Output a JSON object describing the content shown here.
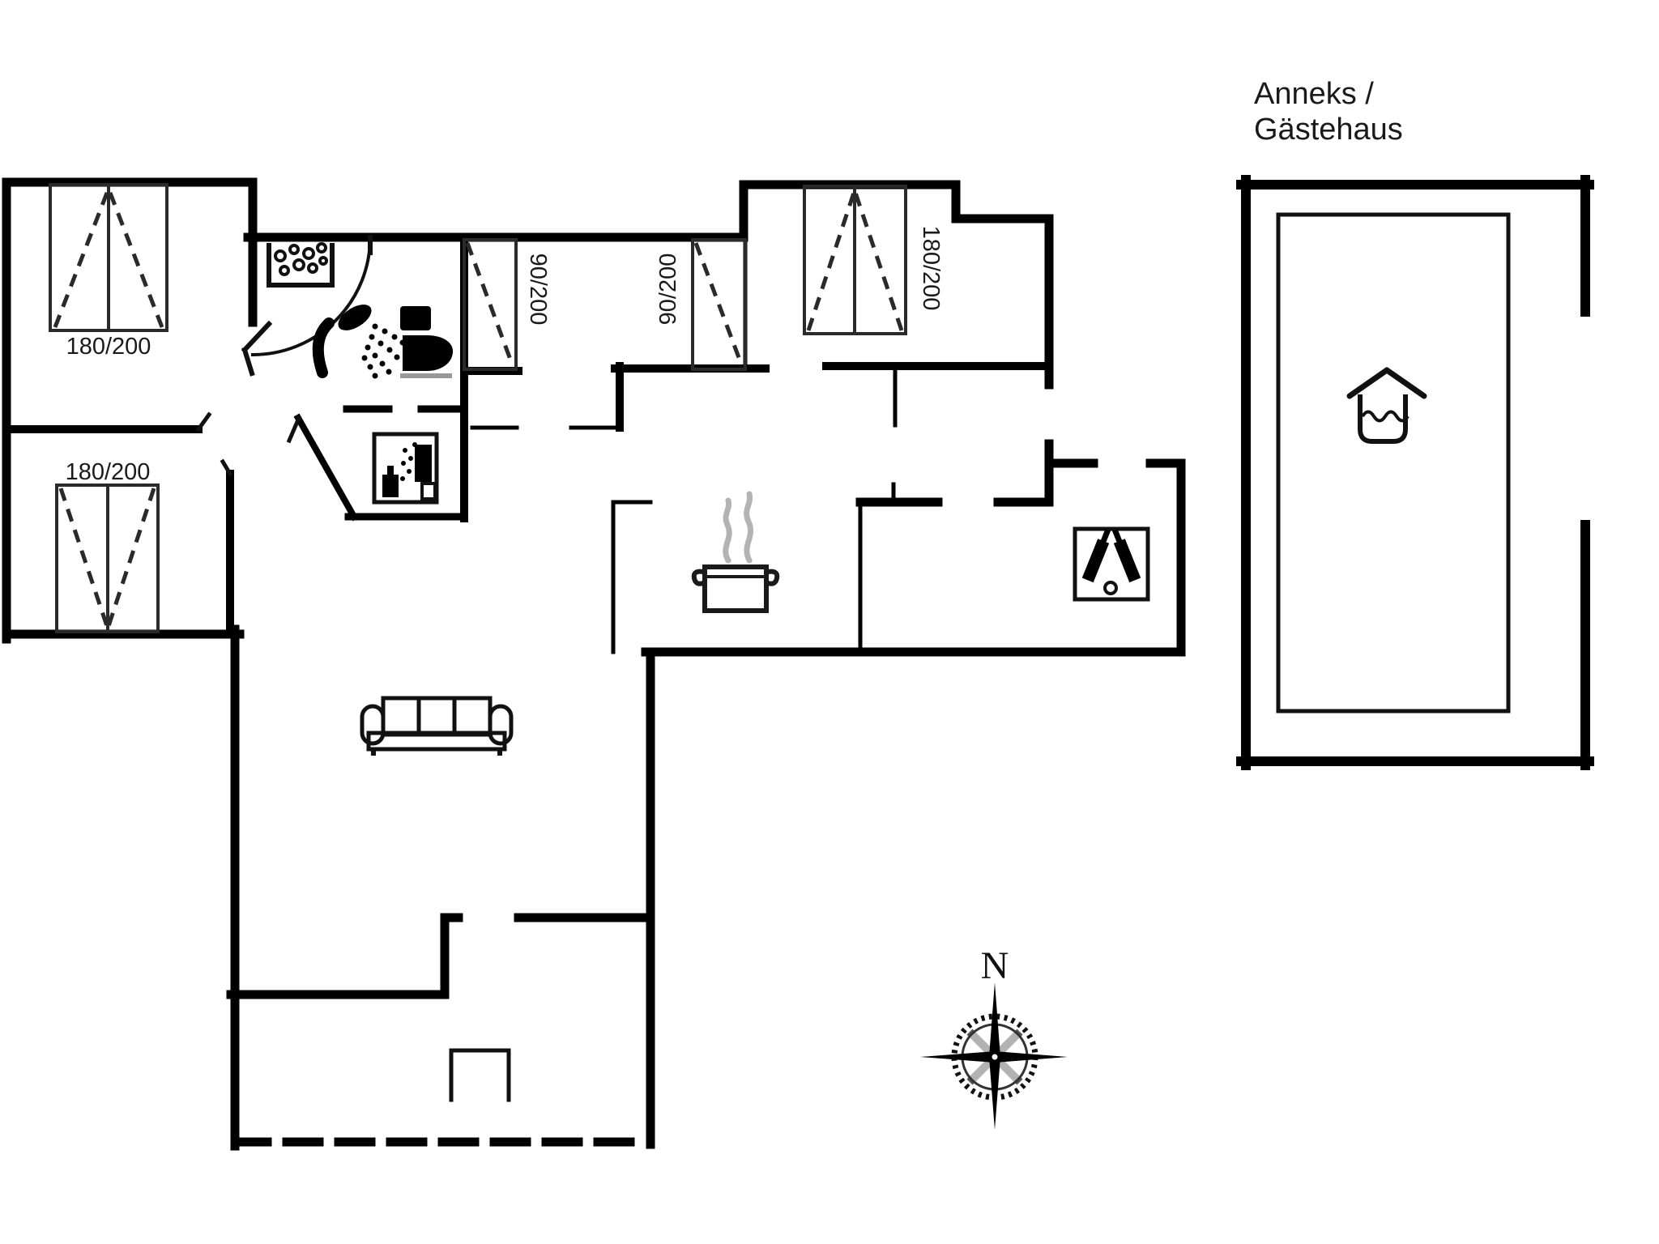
{
  "page": {
    "type": "floor-plan",
    "background": "#ffffff"
  },
  "annex": {
    "label_line1": "Anneks /",
    "label_line2": "Gästehaus",
    "icon": "sauna-tub-icon"
  },
  "main_house": {
    "bedroom_top_left": {
      "bed_label": "180/200",
      "icon": "double-bed-icon"
    },
    "bedroom_bottom_left": {
      "bed_label": "180/200",
      "icon": "double-bed-icon"
    },
    "kids_room": {
      "bed_left_label": "90/200",
      "bed_right_label": "90/200",
      "icon": "single-bed-icon"
    },
    "bedroom_top_right": {
      "bed_label": "180/200",
      "icon": "double-bed-icon"
    },
    "bathroom_icons": [
      "washbasin-icon",
      "shower-icon",
      "toilet-icon"
    ],
    "laundry_icon": "washing-machine-icon",
    "kitchen_icon": "cooking-pot-icon",
    "pantry_icon": "wine-bottles-icon",
    "living_room_icon": "sofa-icon",
    "terrace_edge": "dashed-line"
  },
  "compass": {
    "north_label": "N",
    "icon": "compass-rose-icon"
  },
  "colors": {
    "wall": "#000000",
    "line_dark": "#1a1a1a",
    "bed_line": "#2a2a2a",
    "steam_gray": "#b3b3b3",
    "base_gray": "#999999",
    "rose_gray": "#555555",
    "background": "#ffffff"
  }
}
